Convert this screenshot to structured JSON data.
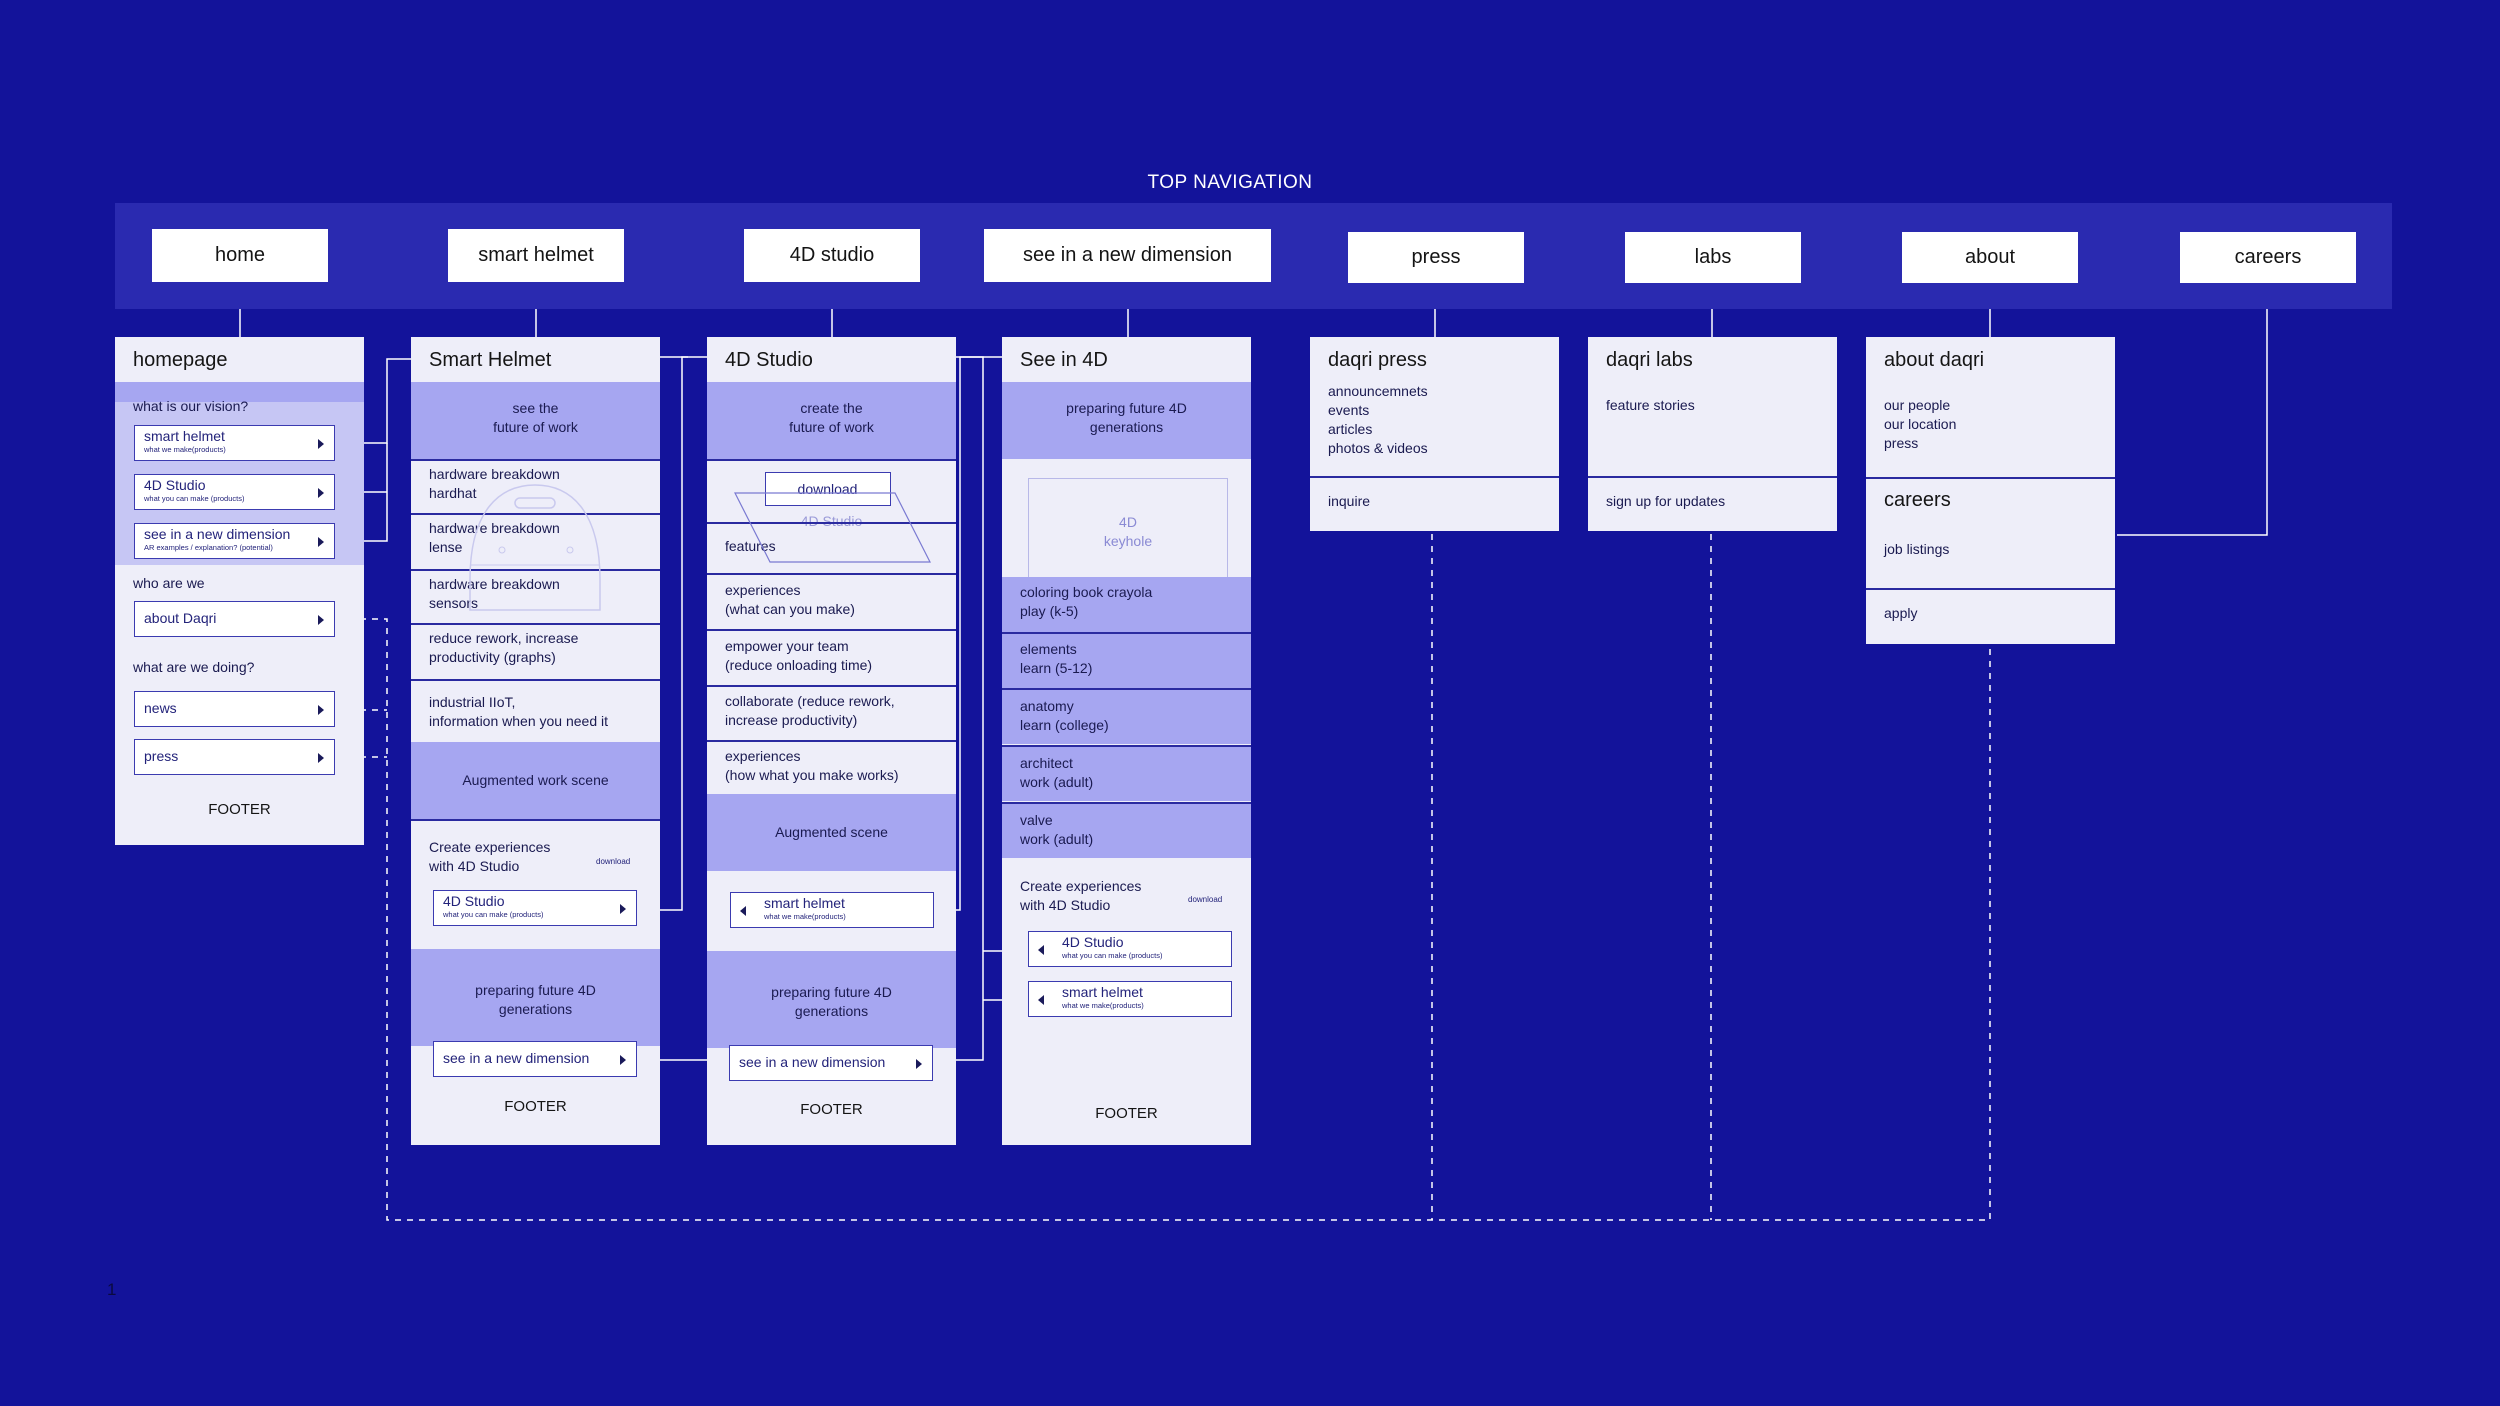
{
  "nav": {
    "title": "TOP NAVIGATION",
    "items": [
      "home",
      "smart helmet",
      "4D studio",
      "see in a new dimension",
      "press",
      "labs",
      "about",
      "careers"
    ]
  },
  "colors": {
    "background": "#13139a",
    "nav_bar": "#2a2ab0",
    "card": "#eeeef9",
    "band": "#a6a6f1",
    "line": "#ffffff"
  },
  "homepage": {
    "title": "homepage",
    "q1": "what is our vision?",
    "chip1_main": "smart helmet",
    "chip1_sub": "what we make(products)",
    "chip2_main": "4D Studio",
    "chip2_sub": "what you can make (products)",
    "chip3_main": "see in a new dimension",
    "chip3_sub": "AR examples / explanation? (potential)",
    "q2": "who are we",
    "chip4": "about Daqri",
    "q3": "what are we doing?",
    "chip5": "news",
    "chip6": "press",
    "footer": "FOOTER"
  },
  "helmet": {
    "title": "Smart Helmet",
    "hero": "see the\nfuture of work",
    "r1": "hardware breakdown\nhardhat",
    "r2": "hardware breakdown\nlense",
    "r3": "hardware breakdown\nsensors",
    "r4": "reduce rework, increase\nproductivity (graphs)",
    "r5": "industrial IIoT,\ninformation when you need it",
    "band1": "Augmented work scene",
    "create": "Create experiences\nwith 4D Studio",
    "download": "download",
    "chip_main": "4D Studio",
    "chip_sub": "what you can make (products)",
    "band2": "preparing future 4D\ngenerations",
    "chip2": "see in a new dimension",
    "footer": "FOOTER"
  },
  "studio": {
    "title": "4D Studio",
    "hero": "create the\nfuture of work",
    "download": "download",
    "ghost": "4D Studio",
    "features": "features",
    "r1": "experiences\n(what can you make)",
    "r2": "empower your team\n(reduce onloading time)",
    "r3": "collaborate (reduce rework,\nincrease productivity)",
    "r4": "experiences\n(how what you make works)",
    "band1": "Augmented scene",
    "chip_main": "smart helmet",
    "chip_sub": "what we make(products)",
    "band2": "preparing future 4D\ngenerations",
    "chip2": "see in a new dimension",
    "footer": "FOOTER"
  },
  "see4d": {
    "title": "See in 4D",
    "hero": "preparing future 4D\ngenerations",
    "keyhole": "4D\nkeyhole",
    "r1": "coloring book crayola\nplay (k-5)",
    "r2": "elements\nlearn (5-12)",
    "r3": "anatomy\nlearn (college)",
    "r4": "architect\nwork (adult)",
    "r5": "valve\nwork (adult)",
    "create": "Create experiences\nwith 4D Studio",
    "download": "download",
    "chip1_main": "4D Studio",
    "chip1_sub": "what you can make (products)",
    "chip2_main": "smart helmet",
    "chip2_sub": "what we make(products)",
    "footer": "FOOTER"
  },
  "press": {
    "title": "daqri press",
    "items": "announcemnets\nevents\narticles\nphotos & videos",
    "link": "inquire"
  },
  "labs": {
    "title": "daqri labs",
    "items": "feature stories",
    "link": "sign up for updates"
  },
  "about": {
    "title": "about daqri",
    "items": "our people\nour location\npress",
    "careers_title": "careers",
    "careers_items": "job listings",
    "link": "apply"
  },
  "page_number": "1"
}
